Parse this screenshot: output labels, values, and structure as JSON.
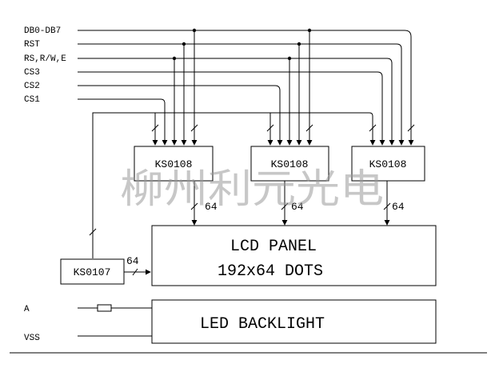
{
  "signals": [
    "DB0-DB7",
    "RST",
    "RS,R/W,E",
    "CS3",
    "CS2",
    "CS1"
  ],
  "drivers": [
    "KS0108",
    "KS0108",
    "KS0108"
  ],
  "controller": "KS0107",
  "panel": {
    "line1": "LCD PANEL",
    "line2": "192x64 DOTS"
  },
  "backlight": {
    "label": "LED BACKLIGHT",
    "pin_a": "A",
    "pin_vss": "VSS"
  },
  "bus_widths": {
    "driver_out": "64",
    "controller_out": "64"
  },
  "watermark": "柳州利元光电"
}
